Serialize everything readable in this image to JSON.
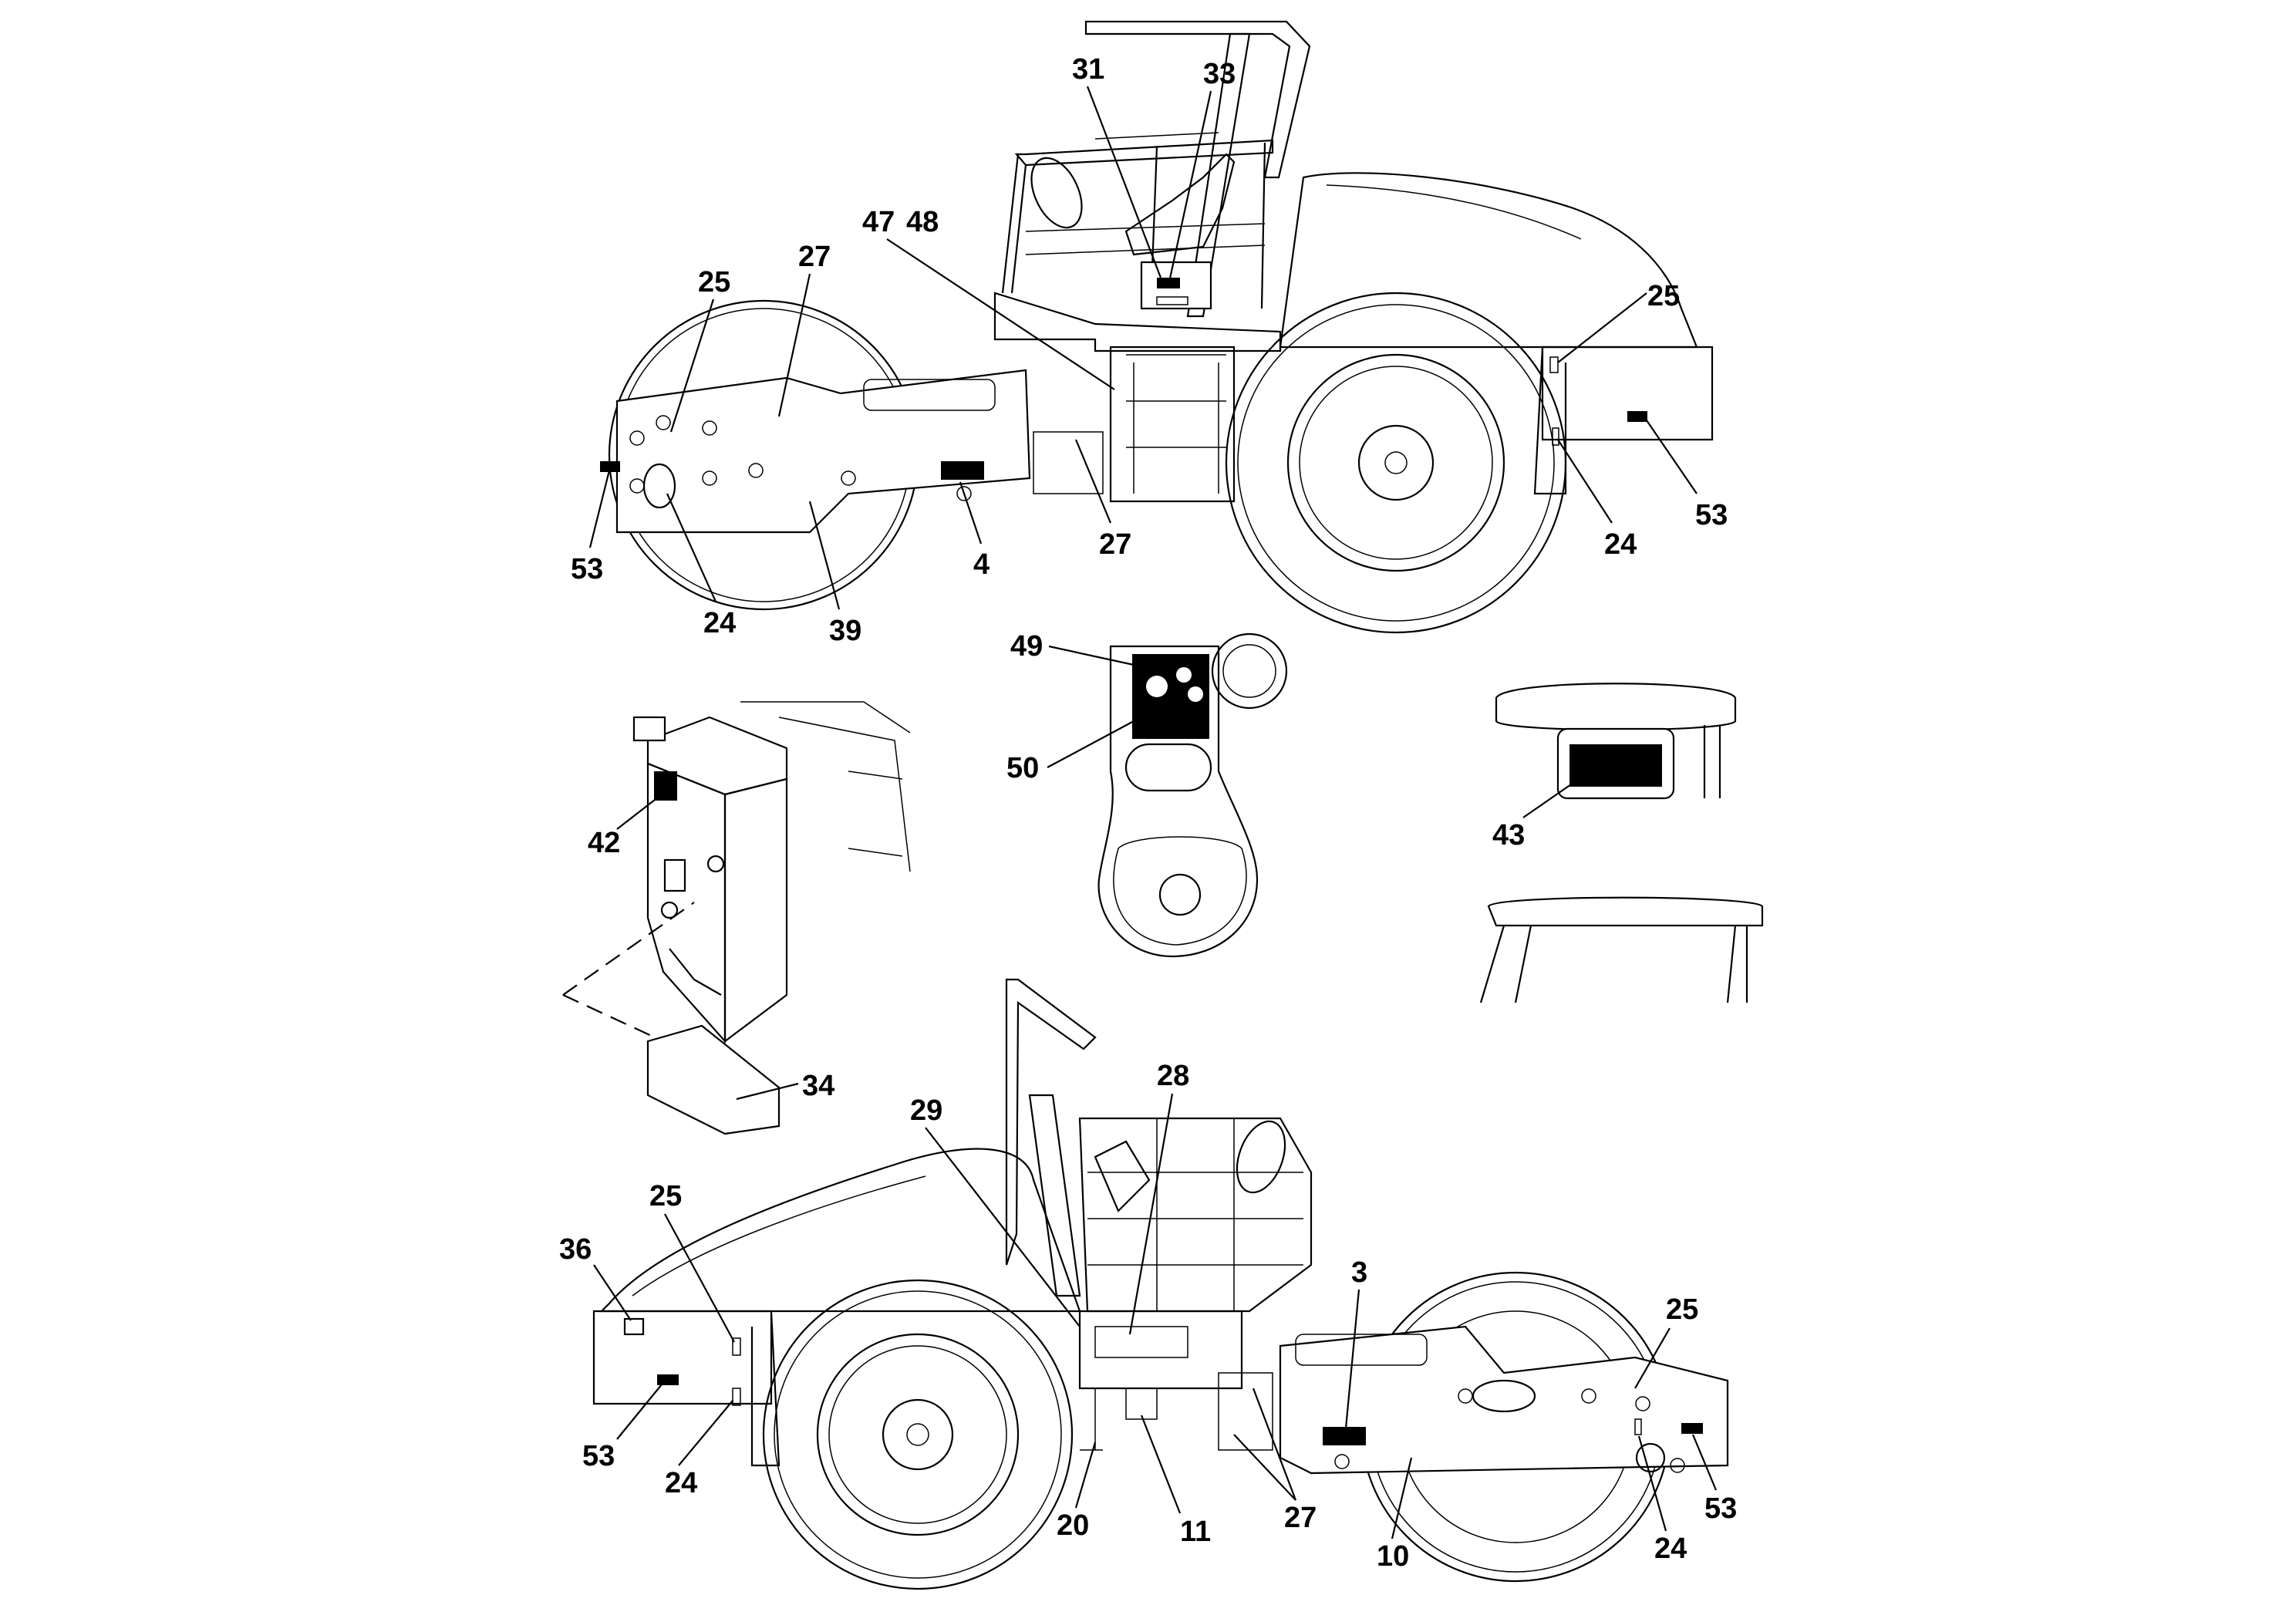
{
  "title": "",
  "callouts": [
    {
      "id": "c31",
      "text": "31"
    },
    {
      "id": "c33",
      "text": "33"
    },
    {
      "id": "c47",
      "text": "47"
    },
    {
      "id": "c48",
      "text": "48"
    },
    {
      "id": "c25a",
      "text": "25"
    },
    {
      "id": "c27a",
      "text": "27"
    },
    {
      "id": "c25b",
      "text": "25"
    },
    {
      "id": "c53a",
      "text": "53"
    },
    {
      "id": "c4",
      "text": "4"
    },
    {
      "id": "c27b",
      "text": "27"
    },
    {
      "id": "c53b",
      "text": "53"
    },
    {
      "id": "c24a",
      "text": "24"
    },
    {
      "id": "c24b",
      "text": "24"
    },
    {
      "id": "c39",
      "text": "39"
    },
    {
      "id": "c49",
      "text": "49"
    },
    {
      "id": "c50",
      "text": "50"
    },
    {
      "id": "c42",
      "text": "42"
    },
    {
      "id": "c34",
      "text": "34"
    },
    {
      "id": "c43",
      "text": "43"
    },
    {
      "id": "c28",
      "text": "28"
    },
    {
      "id": "c29",
      "text": "29"
    },
    {
      "id": "c25c",
      "text": "25"
    },
    {
      "id": "c36",
      "text": "36"
    },
    {
      "id": "c3",
      "text": "3"
    },
    {
      "id": "c25d",
      "text": "25"
    },
    {
      "id": "c53c",
      "text": "53"
    },
    {
      "id": "c24c",
      "text": "24"
    },
    {
      "id": "c20",
      "text": "20"
    },
    {
      "id": "c11",
      "text": "11"
    },
    {
      "id": "c27c",
      "text": "27"
    },
    {
      "id": "c10",
      "text": "10"
    },
    {
      "id": "c24d",
      "text": "24"
    },
    {
      "id": "c53d",
      "text": "53"
    }
  ],
  "colors": {
    "ink": "#000000",
    "paper": "#ffffff"
  }
}
